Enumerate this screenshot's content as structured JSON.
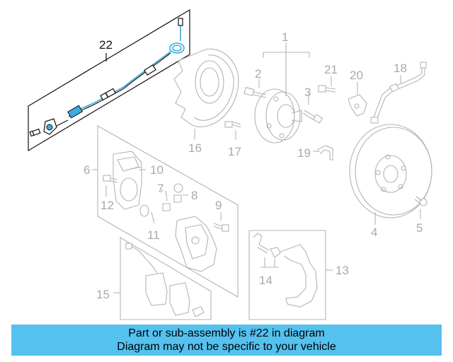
{
  "labels": {
    "p1": "1",
    "p2": "2",
    "p3": "3",
    "p4": "4",
    "p5": "5",
    "p6": "6",
    "p7": "7",
    "p8": "8",
    "p9": "9",
    "p10": "10",
    "p11": "11",
    "p12": "12",
    "p13": "13",
    "p14": "14",
    "p15": "15",
    "p16": "16",
    "p17": "17",
    "p18": "18",
    "p19": "19",
    "p20": "20",
    "p21": "21",
    "p22": "22"
  },
  "highlight_part": "22",
  "colors": {
    "highlight": "#3aaee0",
    "banner": "#55c1ef",
    "faded": "#b4b4b4"
  },
  "banner": {
    "line1": "Part or sub-assembly is #22 in diagram",
    "line2": "Diagram may not be specific to your vehicle"
  }
}
